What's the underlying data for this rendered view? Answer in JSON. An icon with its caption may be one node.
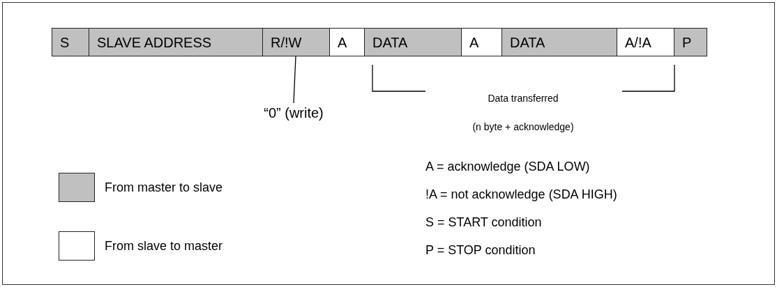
{
  "diagram": {
    "nodes": [
      {
        "text": [
          "S"
        ]
      },
      {
        "text": [
          "SLAVE ADDRESS"
        ]
      },
      {
        "text": [
          "R/!W"
        ]
      },
      {
        "text": [
          "A"
        ]
      },
      {
        "text": [
          "DATA"
        ]
      },
      {
        "text": [
          "A"
        ]
      },
      {
        "text": [
          "DATA"
        ]
      },
      {
        "text": [
          "A/!A"
        ]
      },
      {
        "text": [
          "P"
        ]
      },
      {
        "text": [
          "“0” (write)"
        ]
      }
    ],
    "edges": [
      {
        "from": 9,
        "to": 2,
        "arrow": "none"
      }
    ],
    "labels": [
      "Data transferred",
      "(n byte + acknowledge)",
      "A = acknowledge (SDA LOW)",
      "!A = not acknowledge (SDA HIGH)",
      "S = START condition",
      "P = STOP condition"
    ],
    "legend": [
      {
        "text": "From master to slave",
        "color": "#c0c0c0"
      },
      {
        "text": "From slave to master",
        "color": "#ffffff"
      }
    ]
  }
}
